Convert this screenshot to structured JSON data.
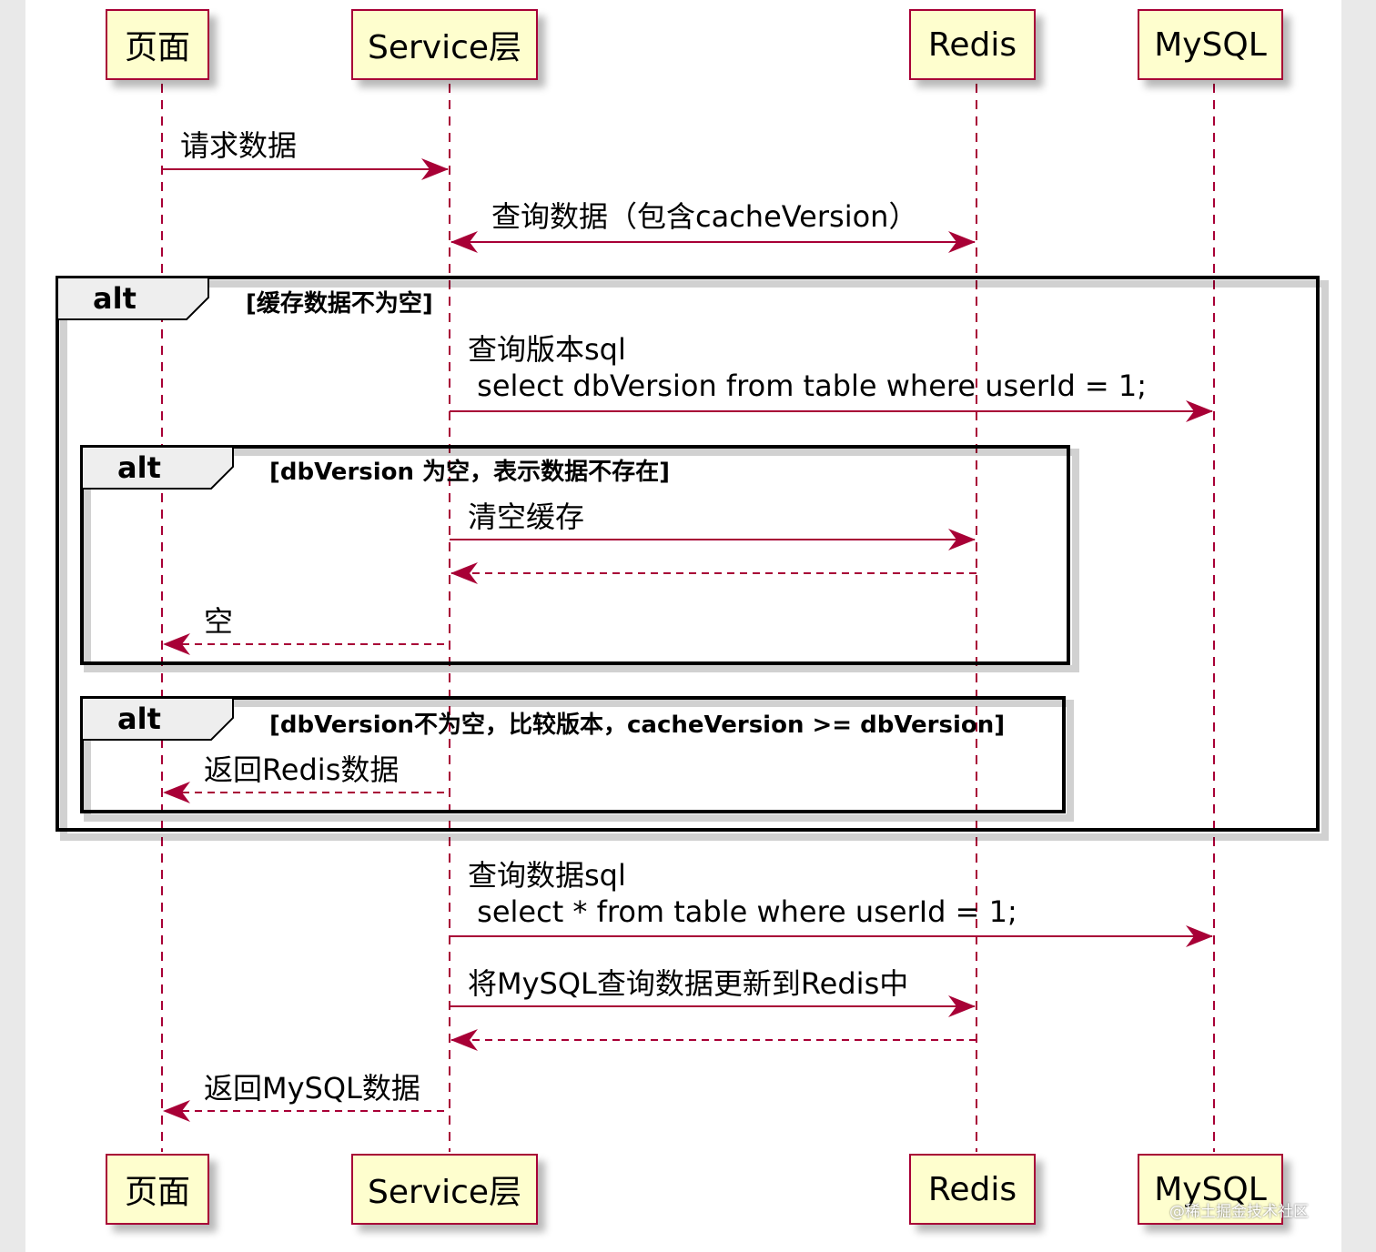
{
  "participants": [
    "页面",
    "Service层",
    "Redis",
    "MySQL"
  ],
  "messages": {
    "m1": "请求数据",
    "m2": "查询数据（包含cacheVersion）",
    "m3": "查询版本sql\n select dbVersion from table where userId = 1;",
    "m4": "清空缓存",
    "m5": "空",
    "m6": "返回Redis数据",
    "m7": "查询数据sql\n select * from table where userId = 1;",
    "m8": "将MySQL查询数据更新到Redis中",
    "m9": "返回MySQL数据"
  },
  "frames": {
    "outer": {
      "keyword": "alt",
      "guard": "[缓存数据不为空]"
    },
    "inner1": {
      "keyword": "alt",
      "guard": "[dbVersion 为空，表示数据不存在]"
    },
    "inner2": {
      "keyword": "alt",
      "guard": "[dbVersion不为空，比较版本，cacheVersion >= dbVersion]"
    }
  },
  "watermark": "@稀土掘金技术社区",
  "colors": {
    "line": "#a80036",
    "participant_fill": "#fefece",
    "frame": "#000000"
  }
}
